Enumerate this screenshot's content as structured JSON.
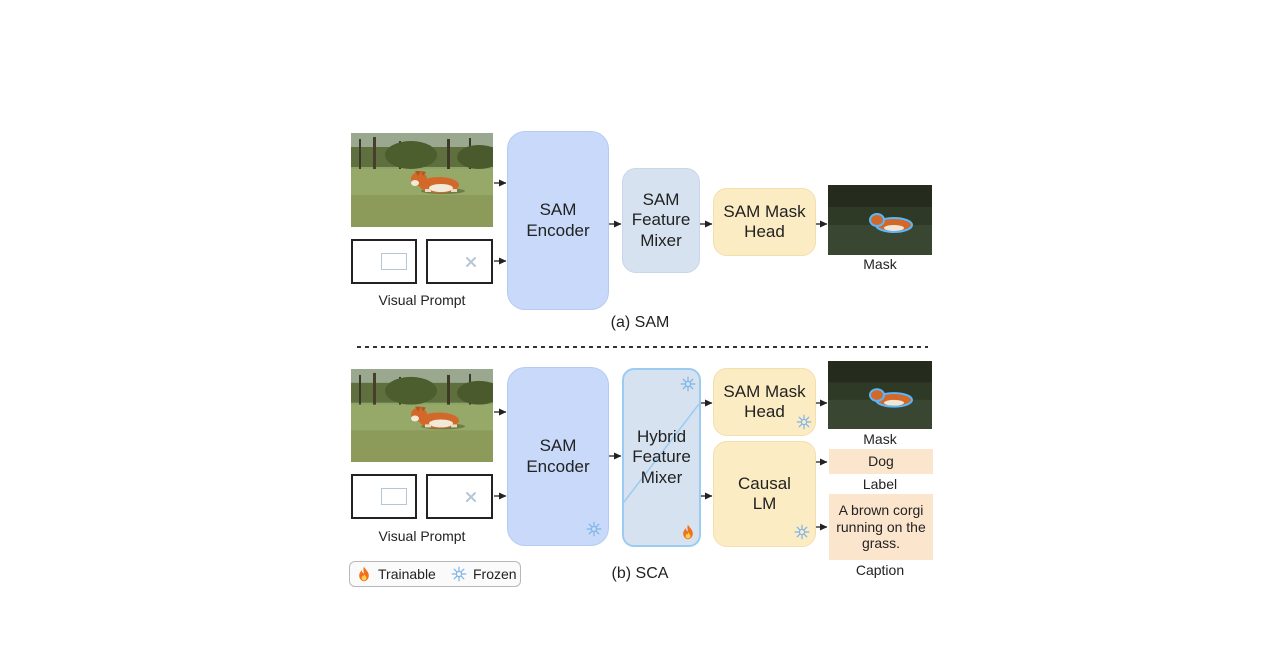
{
  "sam": {
    "visual_prompt_label": "Visual Prompt",
    "encoder_label": "SAM Encoder",
    "mixer_label": "SAM Feature Mixer",
    "mask_head_label": "SAM Mask Head",
    "mask_label": "Mask",
    "caption": "(a) SAM"
  },
  "sca": {
    "visual_prompt_label": "Visual Prompt",
    "encoder_label": "SAM Encoder",
    "mixer_label": "Hybrid Feature Mixer",
    "mask_head_label": "SAM Mask Head",
    "causal_lm_label": "Causal LM",
    "mask_label": "Mask",
    "label_value": "Dog",
    "label_label": "Label",
    "caption_value": "A brown corgi running on the grass.",
    "caption_label": "Caption",
    "caption": "(b) SCA"
  },
  "legend": {
    "trainable_label": "Trainable",
    "frozen_label": "Frozen"
  },
  "icons": {
    "trainable": "fire-icon",
    "frozen": "snowflake-icon"
  },
  "colors": {
    "encoder": "#c8d9f9",
    "mixer": "#d6e2f0",
    "head": "#fcecc4",
    "output": "#fce5cd",
    "frozen_icon": "#7fb4e8",
    "trainable_icon": "#f0701e"
  }
}
